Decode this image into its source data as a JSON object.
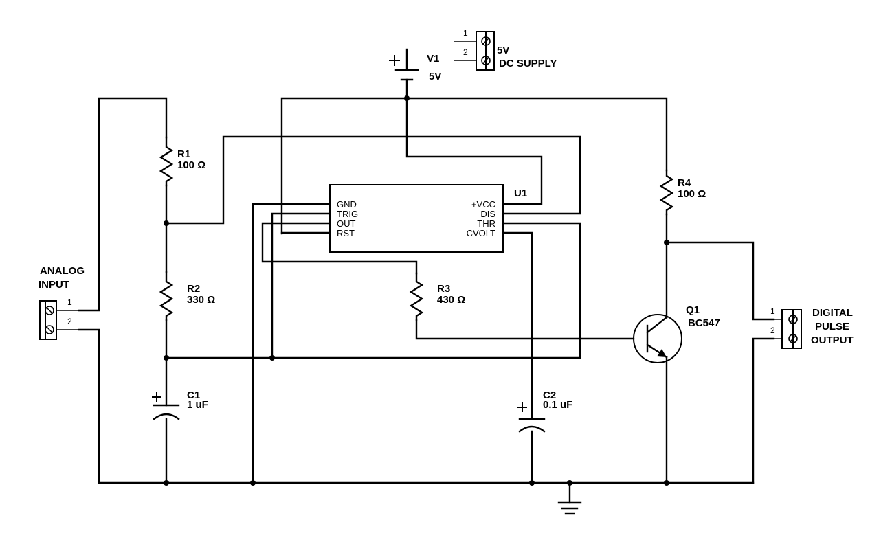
{
  "components": {
    "v1": {
      "ref": "V1",
      "value": "5V"
    },
    "supply_connector": {
      "pin1": "1",
      "pin2": "2",
      "label1": "5V",
      "label2": "DC SUPPLY"
    },
    "u1": {
      "ref": "U1",
      "pins_left": [
        "GND",
        "TRIG",
        "OUT",
        "RST"
      ],
      "pins_right": [
        "+VCC",
        "DIS",
        "THR",
        "CVOLT"
      ]
    },
    "r1": {
      "ref": "R1",
      "value": "100 Ω"
    },
    "r2": {
      "ref": "R2",
      "value": "330 Ω"
    },
    "r3": {
      "ref": "R3",
      "value": "430 Ω"
    },
    "r4": {
      "ref": "R4",
      "value": "100 Ω"
    },
    "c1": {
      "ref": "C1",
      "value": "1 uF"
    },
    "c2": {
      "ref": "C2",
      "value": "0.1 uF"
    },
    "q1": {
      "ref": "Q1",
      "value": "BC547"
    },
    "analog_input": {
      "line1": "ANALOG",
      "line2": "INPUT",
      "pin1": "1",
      "pin2": "2"
    },
    "digital_output": {
      "line1": "DIGITAL",
      "line2": "PULSE",
      "line3": "OUTPUT",
      "pin1": "1",
      "pin2": "2"
    }
  }
}
